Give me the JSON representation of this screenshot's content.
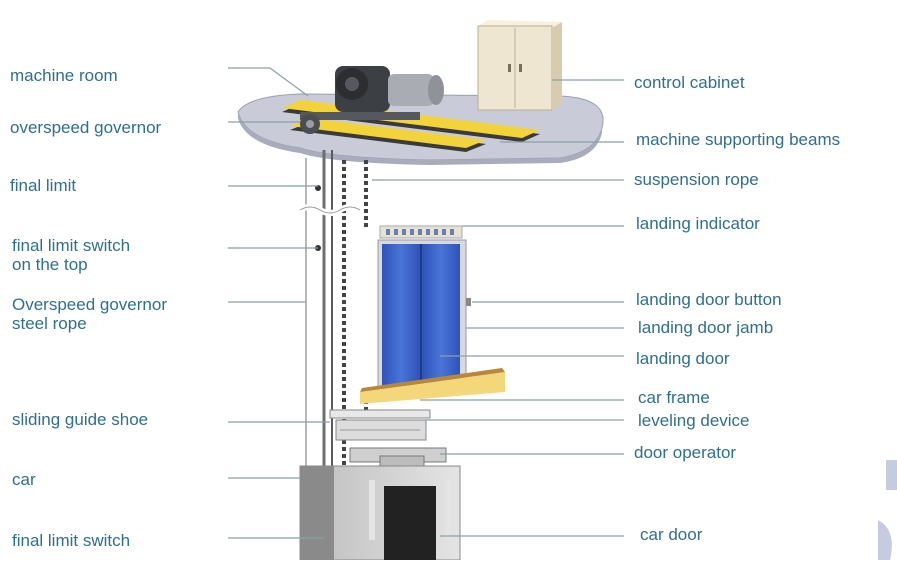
{
  "diagram": {
    "left_labels": [
      {
        "id": "machine-room",
        "text": "machine room"
      },
      {
        "id": "overspeed-governor",
        "text": "overspeed governor"
      },
      {
        "id": "final-limit",
        "text": "final limit"
      },
      {
        "id": "final-limit-switch-top",
        "line1": "final limit switch",
        "line2": "on the top"
      },
      {
        "id": "governor-steel-rope",
        "line1": "Overspeed governor",
        "line2": "steel rope"
      },
      {
        "id": "sliding-guide-shoe",
        "text": "sliding guide shoe"
      },
      {
        "id": "car",
        "text": "car"
      },
      {
        "id": "final-limit-switch",
        "text": "final limit switch"
      }
    ],
    "right_labels": [
      {
        "id": "control-cabinet",
        "text": "control cabinet"
      },
      {
        "id": "machine-supporting-beams",
        "text": "machine supporting beams"
      },
      {
        "id": "suspension-rope",
        "text": "suspension rope"
      },
      {
        "id": "landing-indicator",
        "text": "landing indicator"
      },
      {
        "id": "landing-door-button",
        "text": "landing door button"
      },
      {
        "id": "landing-door-jamb",
        "text": "landing door jamb"
      },
      {
        "id": "landing-door",
        "text": "landing door"
      },
      {
        "id": "car-frame",
        "text": "car frame"
      },
      {
        "id": "leveling-device",
        "text": "leveling device"
      },
      {
        "id": "door-operator",
        "text": "door operator"
      },
      {
        "id": "car-door",
        "text": "car door"
      }
    ],
    "colors": {
      "label_text": "#2f6f8f",
      "leader_line": "#8aa0a8",
      "platform": "#c9ccd8",
      "cabinet": "#efe6d2",
      "landing_door": "#3d63c9",
      "beam_yellow": "#f2d33a",
      "sill": "#f4d77a"
    }
  }
}
